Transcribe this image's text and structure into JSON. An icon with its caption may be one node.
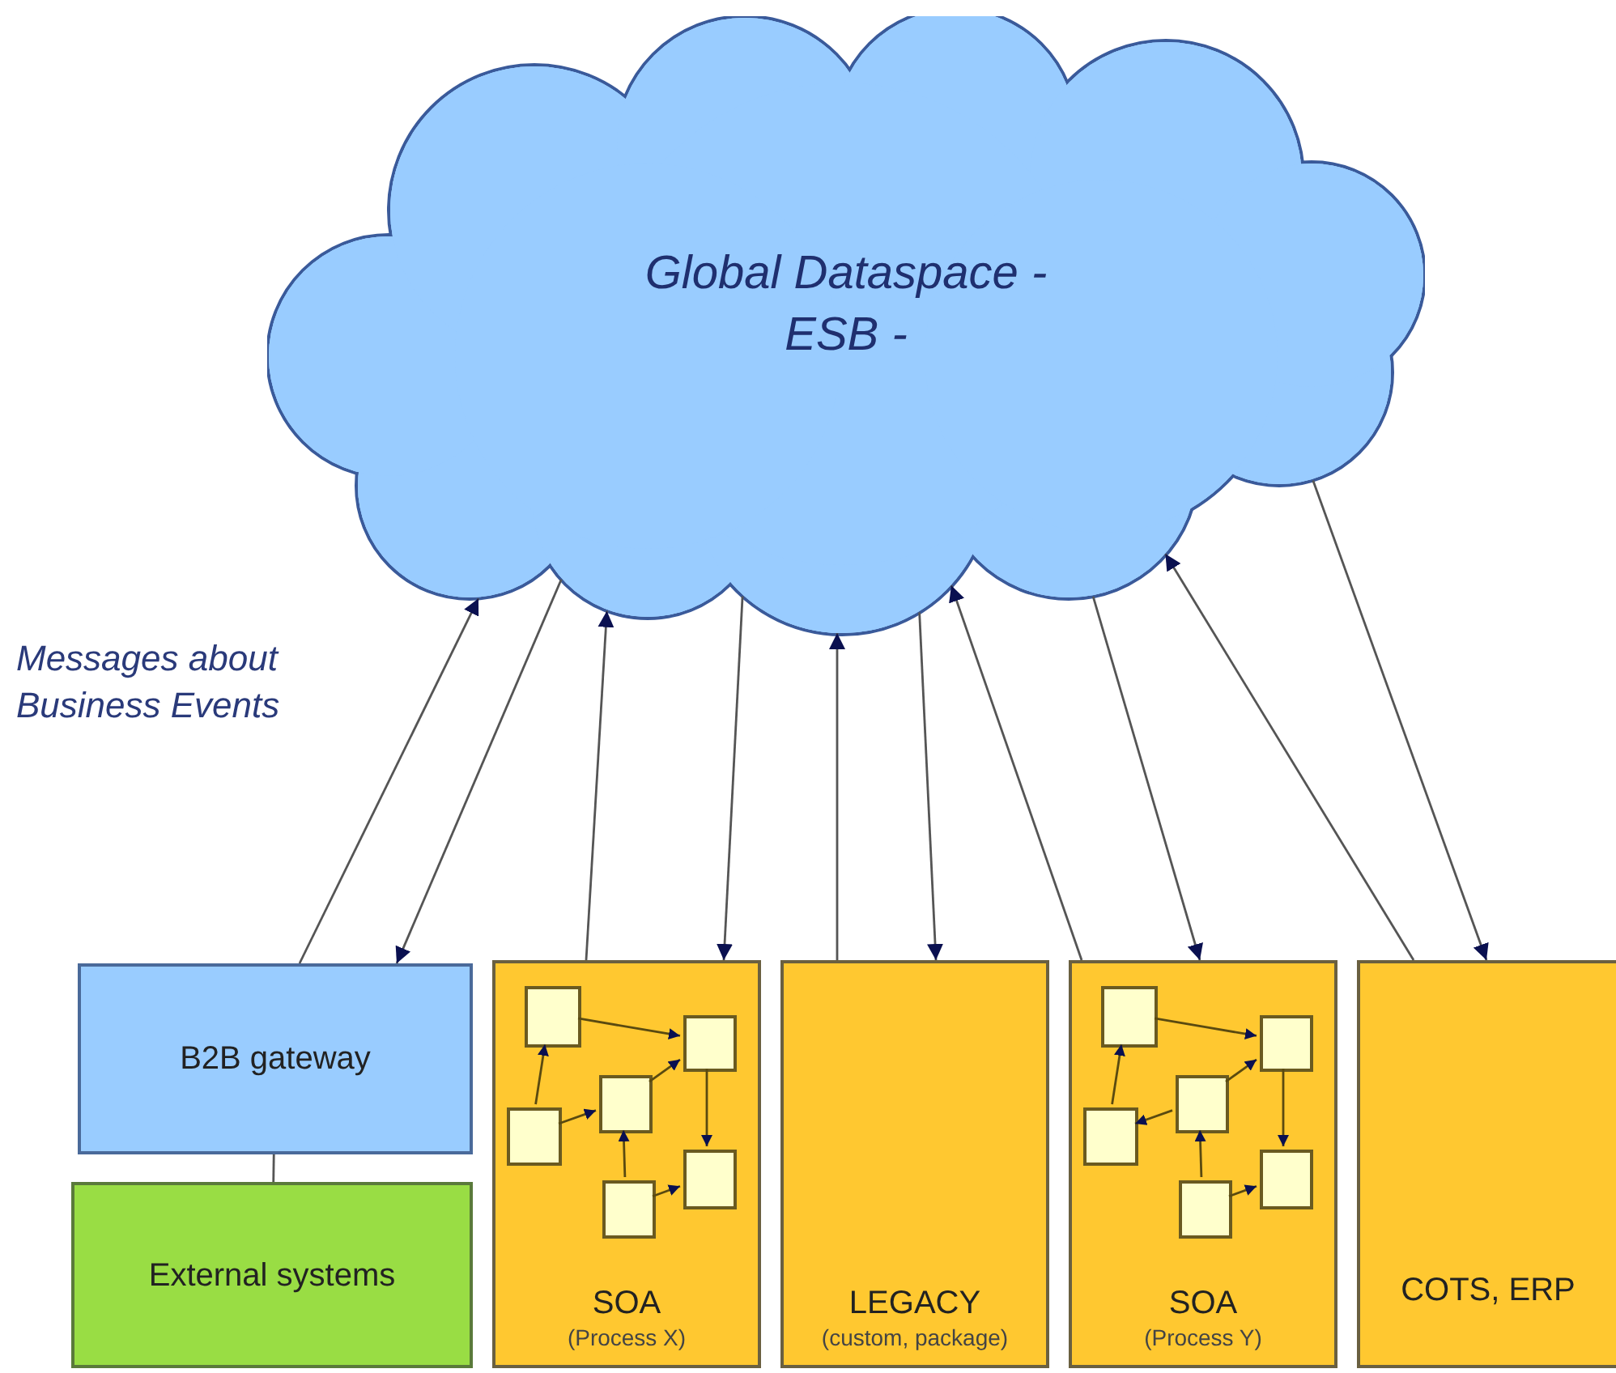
{
  "diagram": {
    "nodes": [
      {
        "text": [
          "Global Dataspace - ESB -"
        ]
      },
      {
        "text": [
          "B2B gateway"
        ]
      },
      {
        "text": [
          "External systems"
        ]
      },
      {
        "text": [
          "SOA",
          "(Process X)"
        ]
      },
      {
        "text": [],
        "shape": "box",
        "in": 3
      },
      {
        "text": [],
        "shape": "box",
        "in": 3
      },
      {
        "text": [],
        "shape": "box",
        "in": 3
      },
      {
        "text": [],
        "shape": "box",
        "in": 3
      },
      {
        "text": [],
        "shape": "box",
        "in": 3
      },
      {
        "text": [],
        "shape": "box",
        "in": 3
      },
      {
        "text": [
          "LEGACY",
          "(custom, package)"
        ]
      },
      {
        "text": [
          "SOA",
          "(Process Y)"
        ]
      },
      {
        "text": [],
        "shape": "box",
        "in": 11
      },
      {
        "text": [],
        "shape": "box",
        "in": 11
      },
      {
        "text": [],
        "shape": "box",
        "in": 11
      },
      {
        "text": [],
        "shape": "box",
        "in": 11
      },
      {
        "text": [],
        "shape": "box",
        "in": 11
      },
      {
        "text": [],
        "shape": "box",
        "in": 11
      },
      {
        "text": [
          "COTS, ERP"
        ]
      }
    ],
    "edges": [
      {
        "from": 1,
        "to": 0,
        "arrow": "to"
      },
      {
        "from": 0,
        "to": 1,
        "arrow": "to"
      },
      {
        "from": 3,
        "to": 0,
        "arrow": "to"
      },
      {
        "from": 0,
        "to": 3,
        "arrow": "to"
      },
      {
        "from": 10,
        "to": 0,
        "arrow": "to"
      },
      {
        "from": 0,
        "to": 10,
        "arrow": "to"
      },
      {
        "from": 11,
        "to": 0,
        "arrow": "to"
      },
      {
        "from": 0,
        "to": 11,
        "arrow": "to"
      },
      {
        "from": 18,
        "to": 0,
        "arrow": "to"
      },
      {
        "from": 0,
        "to": 18,
        "arrow": "to"
      },
      {
        "from": 1,
        "to": 2,
        "arrow": "none"
      },
      {
        "from": 4,
        "to": 5,
        "arrow": "to"
      },
      {
        "from": 6,
        "to": 5,
        "arrow": "to"
      },
      {
        "from": 7,
        "to": 4,
        "arrow": "to"
      },
      {
        "from": 7,
        "to": 6,
        "arrow": "to"
      },
      {
        "from": 5,
        "to": 8,
        "arrow": "to"
      },
      {
        "from": 9,
        "to": 6,
        "arrow": "to"
      },
      {
        "from": 9,
        "to": 8,
        "arrow": "to"
      },
      {
        "from": 12,
        "to": 13,
        "arrow": "to"
      },
      {
        "from": 14,
        "to": 13,
        "arrow": "to"
      },
      {
        "from": 15,
        "to": 12,
        "arrow": "to"
      },
      {
        "from": 14,
        "to": 15,
        "arrow": "to"
      },
      {
        "from": 13,
        "to": 16,
        "arrow": "to"
      },
      {
        "from": 17,
        "to": 14,
        "arrow": "to"
      },
      {
        "from": 17,
        "to": 16,
        "arrow": "to"
      }
    ],
    "labels": [
      "Messages about Business Events"
    ]
  }
}
